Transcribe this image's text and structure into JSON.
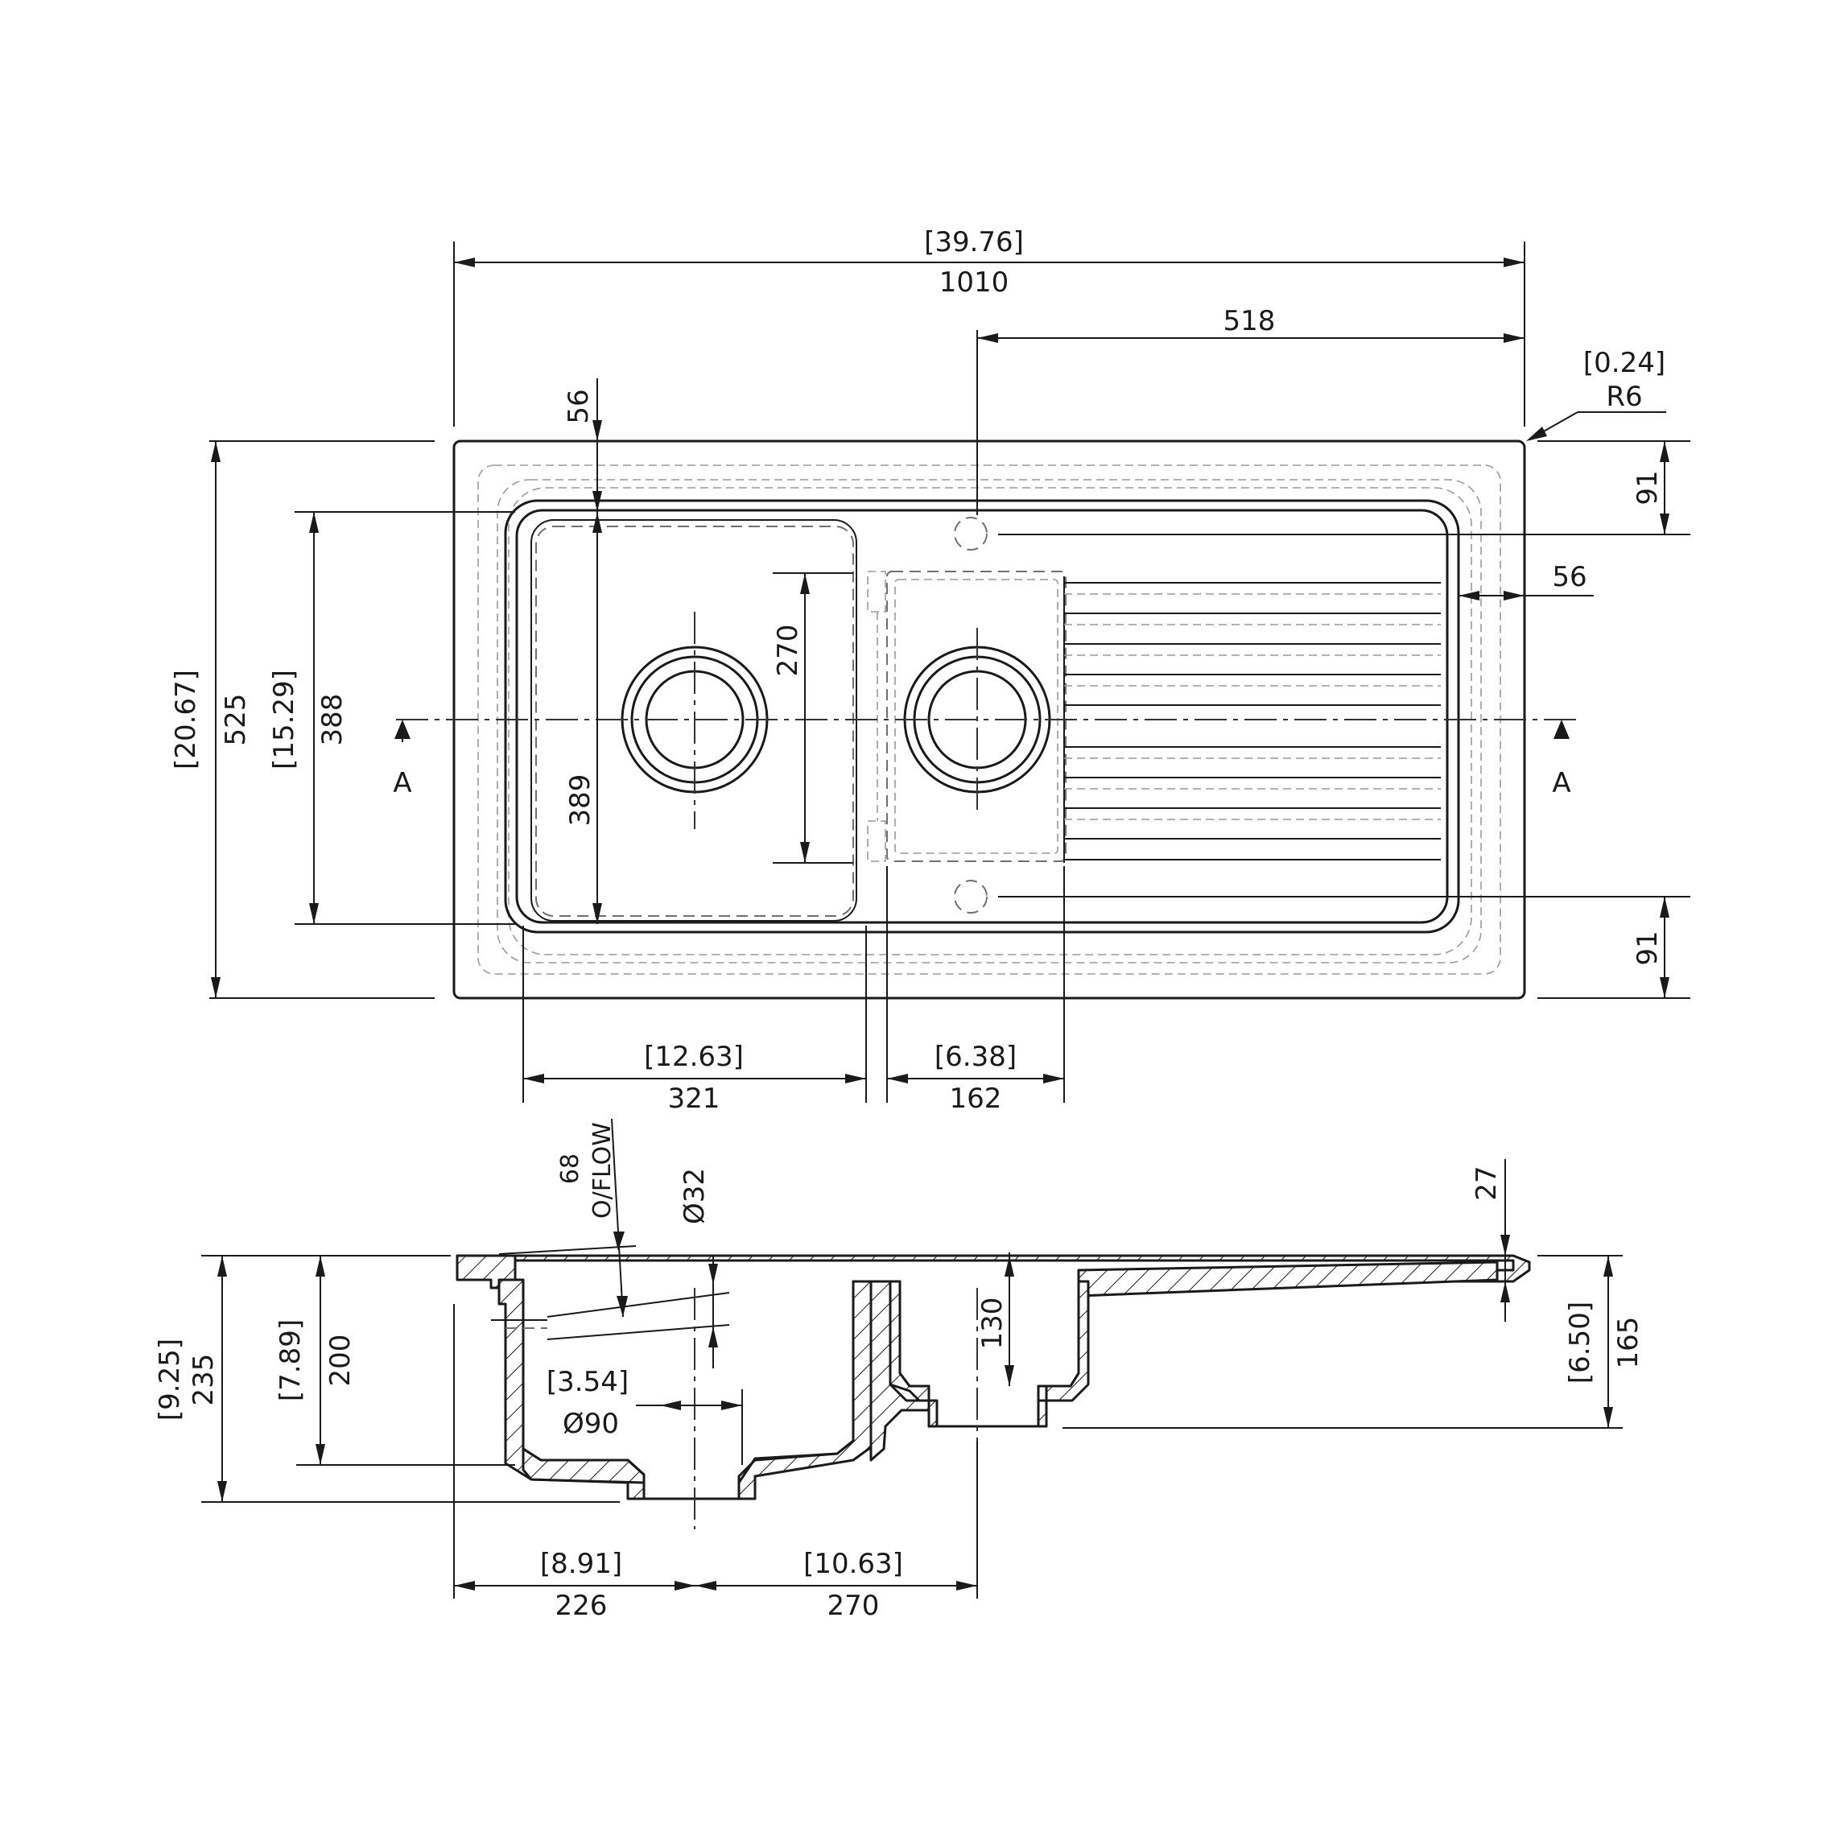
{
  "plan": {
    "overall_width_in": "[39.76]",
    "overall_width_mm": "1010",
    "drain_offset_mm": "518",
    "corner_radius_in": "[0.24]",
    "corner_radius_mm": "R6",
    "top_margin_mm": "56",
    "rim_top_mm": "91",
    "rim_bottom_mm": "91",
    "side_margin_mm": "56",
    "overall_depth_in": "[20.67]",
    "overall_depth_mm": "525",
    "bowl_depth_in": "[15.29]",
    "bowl_depth_mm": "388",
    "bowl_inner_mm": "389",
    "small_bowl_height_mm": "270",
    "section_mark_left": "A",
    "section_mark_right": "A",
    "bowl_width_in": "[12.63]",
    "bowl_width_mm": "321",
    "half_bowl_width_in": "[6.38]",
    "half_bowl_width_mm": "162"
  },
  "section": {
    "overflow_size": "68",
    "overflow_label": "O/FLOW",
    "tap_hole": "Ø32",
    "drainer_rise_mm": "27",
    "half_bowl_depth_mm": "130",
    "drain_diameter_in": "[3.54]",
    "drain_diameter_mm": "Ø90",
    "total_height_in": "[9.25]",
    "total_height_mm": "235",
    "bowl_height_in": "[7.89]",
    "bowl_height_mm": "200",
    "right_height_in": "[6.50]",
    "right_height_mm": "165",
    "left_offset_in": "[8.91]",
    "left_offset_mm": "226",
    "mid_offset_in": "[10.63]",
    "mid_offset_mm": "270"
  }
}
